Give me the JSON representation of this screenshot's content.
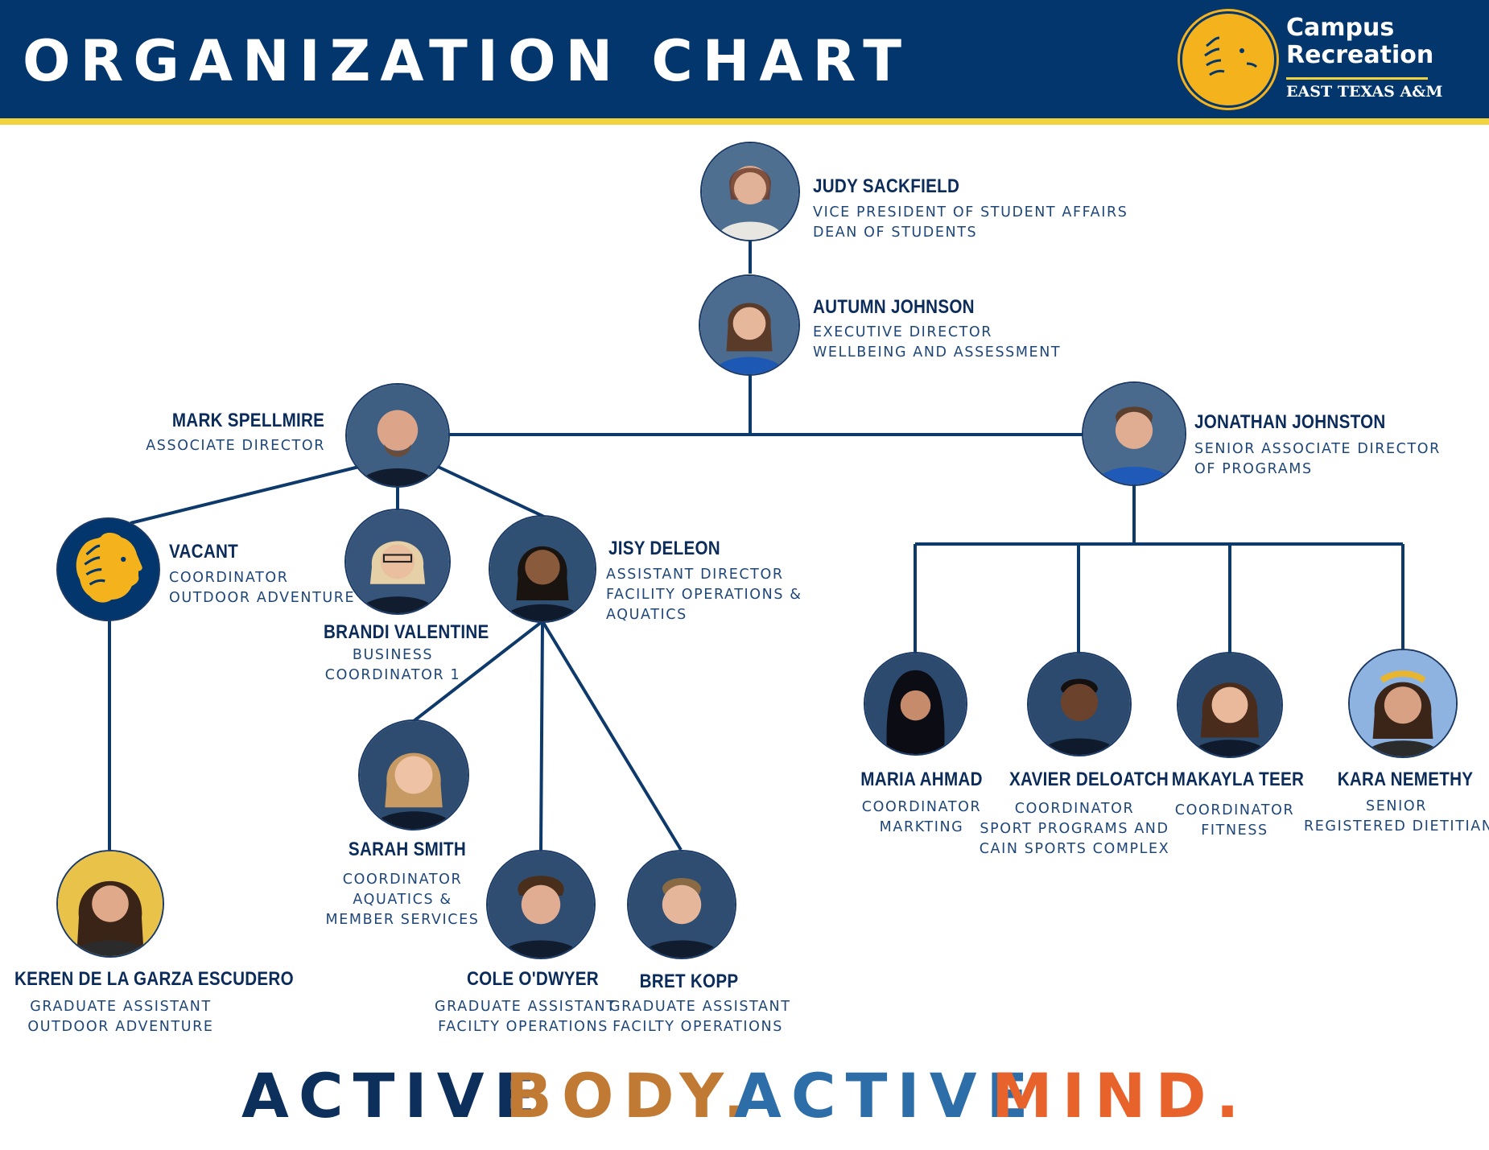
{
  "header": {
    "title": "ORGANIZATION CHART",
    "logo": {
      "line1": "Campus",
      "line2": "Recreation",
      "subtitle": "EAST TEXAS A&M",
      "icon": "lion-head-icon"
    }
  },
  "colors": {
    "navy": "#03366d",
    "gold": "#f3d33c",
    "lion_gold": "#f4b31c",
    "line": "#0e3a6b",
    "brown": "#c07a34",
    "blue": "#2d6ea8",
    "orange": "#e8622c"
  },
  "people": {
    "judy": {
      "name": "JUDY SACKFIELD",
      "role": [
        "VICE PRESIDENT OF STUDENT AFFAIRS",
        "DEAN OF STUDENTS"
      ]
    },
    "autumn": {
      "name": "AUTUMN JOHNSON",
      "role": [
        "EXECUTIVE DIRECTOR",
        "WELLBEING AND ASSESSMENT"
      ]
    },
    "mark": {
      "name": "MARK SPELLMIRE",
      "role": [
        "ASSOCIATE DIRECTOR"
      ]
    },
    "jonathan": {
      "name": "JONATHAN JOHNSTON",
      "role": [
        "SENIOR ASSOCIATE DIRECTOR",
        "OF PROGRAMS"
      ]
    },
    "vacant": {
      "name": "VACANT",
      "role": [
        "COORDINATOR",
        "OUTDOOR ADVENTURE"
      ]
    },
    "brandi": {
      "name": "BRANDI VALENTINE",
      "role": [
        "BUSINESS",
        "COORDINATOR 1"
      ]
    },
    "jisy": {
      "name": "JISY DELEON",
      "role": [
        "ASSISTANT DIRECTOR",
        "FACILITY OPERATIONS &",
        "AQUATICS"
      ]
    },
    "sarah": {
      "name": "SARAH SMITH",
      "role": [
        "COORDINATOR",
        "AQUATICS &",
        "MEMBER SERVICES"
      ]
    },
    "keren": {
      "name": "KEREN DE LA GARZA ESCUDERO",
      "role": [
        "GRADUATE ASSISTANT",
        "OUTDOOR ADVENTURE"
      ]
    },
    "cole": {
      "name": "COLE O'DWYER",
      "role": [
        "GRADUATE ASSISTANT",
        "FACILTY OPERATIONS"
      ]
    },
    "bret": {
      "name": "BRET KOPP",
      "role": [
        "GRADUATE ASSISTANT",
        "FACILTY OPERATIONS"
      ]
    },
    "maria": {
      "name": "MARIA AHMAD",
      "role": [
        "COORDINATOR",
        "MARKTING"
      ]
    },
    "xavier": {
      "name": "XAVIER DELOATCH",
      "role": [
        "COORDINATOR",
        "SPORT PROGRAMS AND",
        "CAIN SPORTS COMPLEX"
      ]
    },
    "makayla": {
      "name": "MAKAYLA TEER",
      "role": [
        "COORDINATOR",
        "FITNESS"
      ]
    },
    "kara": {
      "name": "KARA NEMETHY",
      "role": [
        "SENIOR",
        "REGISTERED DIETITIAN"
      ]
    }
  },
  "slogan": {
    "part1": "ACTIVE",
    "part2": "BODY.",
    "part3": "ACTIVE",
    "part4": "MIND."
  }
}
